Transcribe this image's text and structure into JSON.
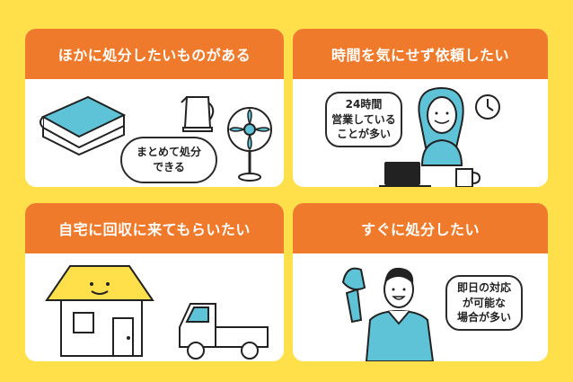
{
  "panels": {
    "top_left": {
      "title": "ほかに処分したいものがある",
      "bubble_line1": "まとめて処分",
      "bubble_line2": "できる"
    },
    "top_right": {
      "title": "時間を気にせず依頼したい",
      "bubble_line1": "24時間",
      "bubble_line2": "営業している",
      "bubble_line3": "ことが多い"
    },
    "bottom_left": {
      "title": "自宅に回収に来てもらいたい"
    },
    "bottom_right": {
      "title": "すぐに処分したい",
      "bubble_line1": "即日の対応",
      "bubble_line2": "が可能な",
      "bubble_line3": "場合が多い"
    }
  },
  "colors": {
    "background": "#FFE04A",
    "header": "#F07A2B",
    "accent_blue": "#5EC3D6"
  }
}
